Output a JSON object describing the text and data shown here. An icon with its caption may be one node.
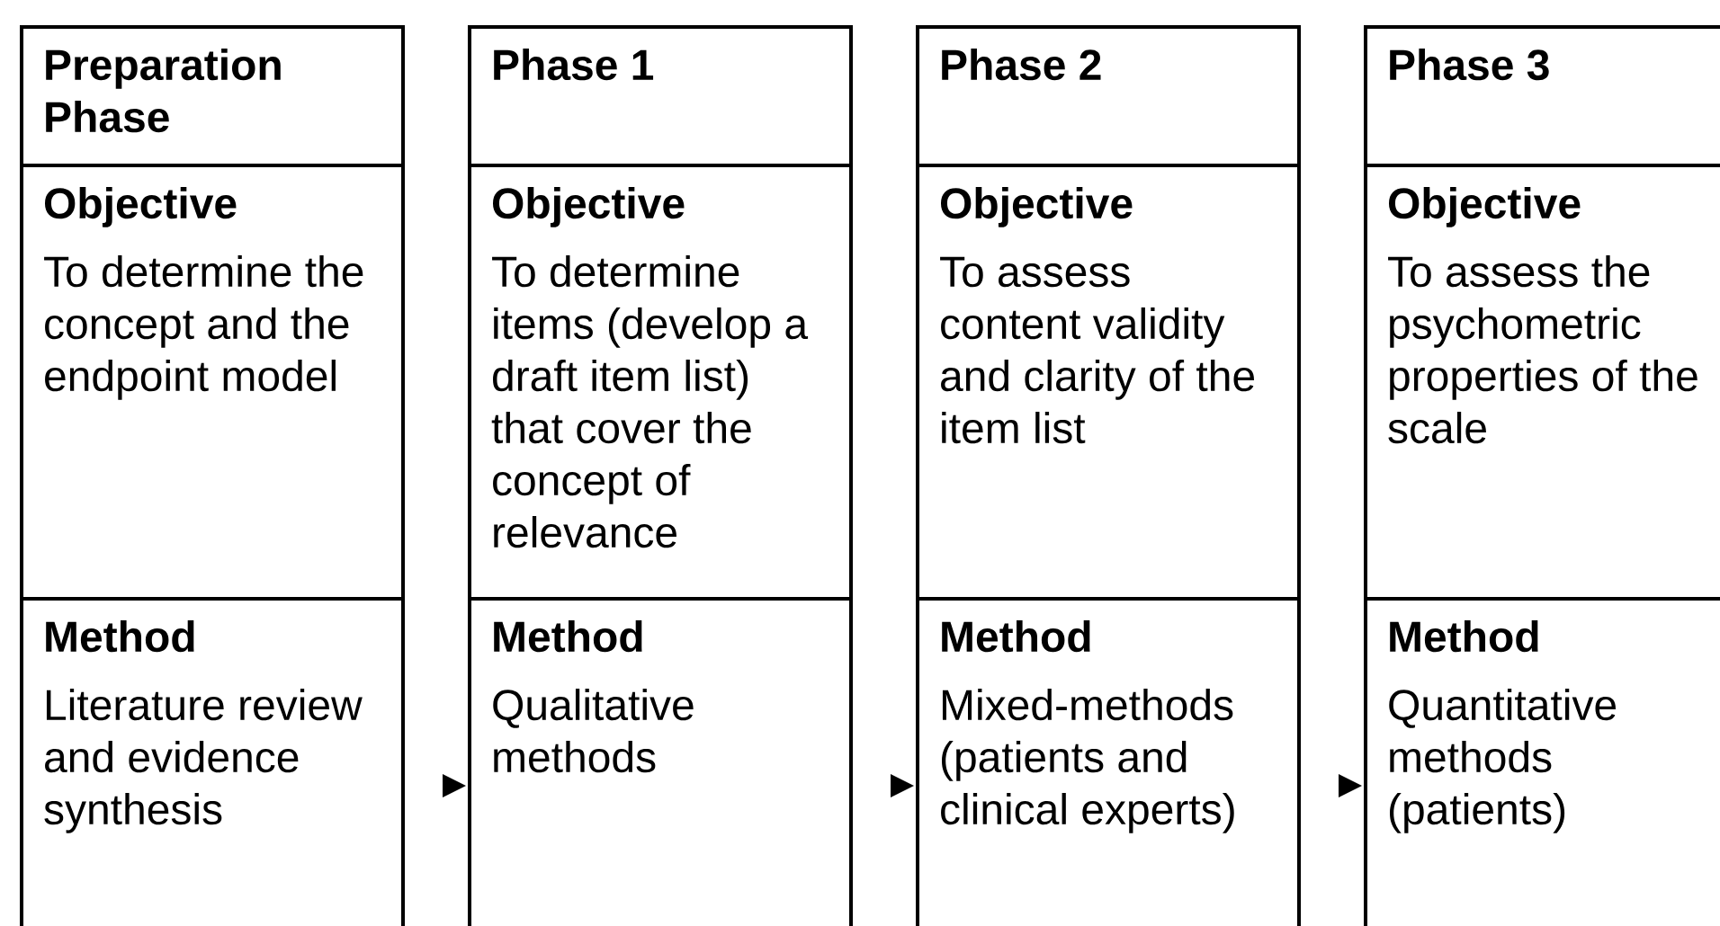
{
  "diagram": {
    "nodes": [
      {
        "text": [
          "Preparation Phase"
        ]
      },
      {
        "text": [
          "Objective",
          "To determine the concept and the endpoint model"
        ]
      },
      {
        "text": [
          "Method",
          "Literature review and evidence synthesis"
        ]
      },
      {
        "text": [
          "Phase 1"
        ]
      },
      {
        "text": [
          "Objective",
          "To determine items (develop a draft item list) that cover the concept of relevance"
        ]
      },
      {
        "text": [
          "Method",
          "Qualitative methods"
        ]
      },
      {
        "text": [
          "Phase 2"
        ]
      },
      {
        "text": [
          "Objective",
          "To assess content validity and clarity of the item list"
        ]
      },
      {
        "text": [
          "Method",
          "Mixed-methods (patients and clinical experts)"
        ]
      },
      {
        "text": [
          "Phase 3"
        ]
      },
      {
        "text": [
          "Objective",
          "To assess the psychometric properties of the scale"
        ]
      },
      {
        "text": [
          "Method",
          "Quantitative methods (patients)"
        ]
      }
    ],
    "edges": [
      {
        "from": 2,
        "to": 5,
        "arrow": "to"
      },
      {
        "from": 5,
        "to": 8,
        "arrow": "to"
      },
      {
        "from": 8,
        "to": 11,
        "arrow": "to"
      }
    ]
  }
}
